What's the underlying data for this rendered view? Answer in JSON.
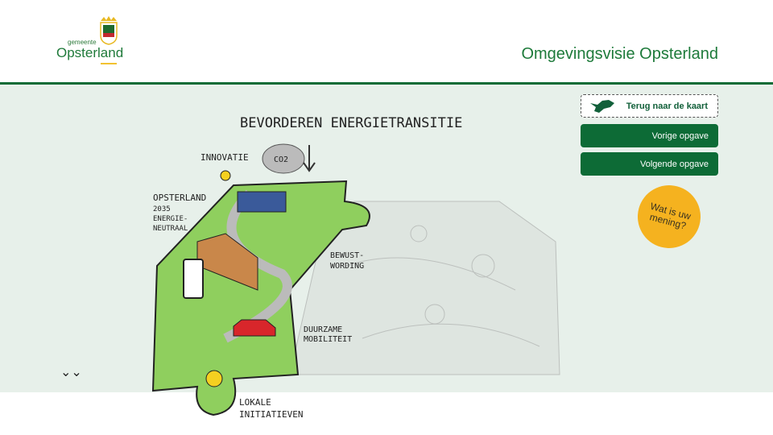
{
  "header": {
    "logo_small": "gemeente",
    "logo_name": "Opsterland",
    "title": "Omgevingsvisie Opsterland"
  },
  "nav": {
    "back_to_map": "Terug naar de kaart",
    "previous": "Vorige opgave",
    "next": "Volgende opgave",
    "opinion": "Wat is uw mening?"
  },
  "illustration": {
    "title": "BEVORDEREN ENERGIETRANSITIE",
    "labels": {
      "innovation": "INNOVATIE",
      "co2": "CO2",
      "goal1": "OPSTERLAND",
      "goal2": "2035",
      "goal3": "ENERGIE-",
      "goal4": "NEUTRAAL",
      "aware1": "BEWUST-",
      "aware2": "WORDING",
      "mobility1": "DUURZAME",
      "mobility2": "MOBILITEIT",
      "local1": "LOKALE",
      "local2": "INITIATIEVEN"
    }
  },
  "colors": {
    "brand_green": "#0d6b36",
    "accent_yellow": "#f5b21f",
    "background": "#e7f0ea"
  }
}
